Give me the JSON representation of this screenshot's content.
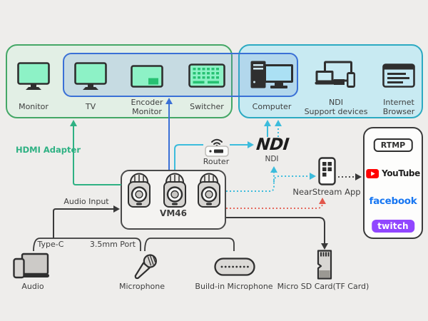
{
  "diagram": {
    "hdmi_group": {
      "items": [
        {
          "label": "Monitor"
        },
        {
          "label": "TV"
        },
        {
          "label": "Encoder\nMonitor"
        },
        {
          "label": "Switcher"
        }
      ]
    },
    "ndi_group": {
      "items": [
        {
          "label": "Computer"
        },
        {
          "label": "NDI\nSupport devices"
        },
        {
          "label": "Internet\nBrowser"
        }
      ]
    },
    "labels": {
      "hdmi_adapter": "HDMI Adapter",
      "router": "Router",
      "ndi_logo": "NDI",
      "ndi": "NDI",
      "nearstream_app": "NearStream App",
      "audio_input": "Audio Input",
      "device": "VM46",
      "type_c": "Type-C",
      "port_35mm": "3.5mm Port",
      "audio": "Audio",
      "microphone": "Microphone",
      "builtin_mic": "Build-in Microphone",
      "micro_sd": "Micro SD Card(TF Card)"
    },
    "streaming": {
      "rtmp": "RTMP",
      "youtube": "YouTube",
      "facebook": "facebook",
      "twitch": "twitch"
    },
    "colors": {
      "hdmi_group_border": "#44a766",
      "ndi_group_border": "#2caac2",
      "blue_highlight": "#3a70d6",
      "line_green": "#2eb183",
      "line_cyan": "#3cbcdc",
      "line_red": "#e2574b",
      "line_black": "#3a3a3a",
      "youtube_red": "#ff0000",
      "facebook_blue": "#1877f2",
      "twitch_purple": "#9146ff",
      "screen_mint": "#8df2c6",
      "screen_blue": "#abe0f4"
    }
  }
}
